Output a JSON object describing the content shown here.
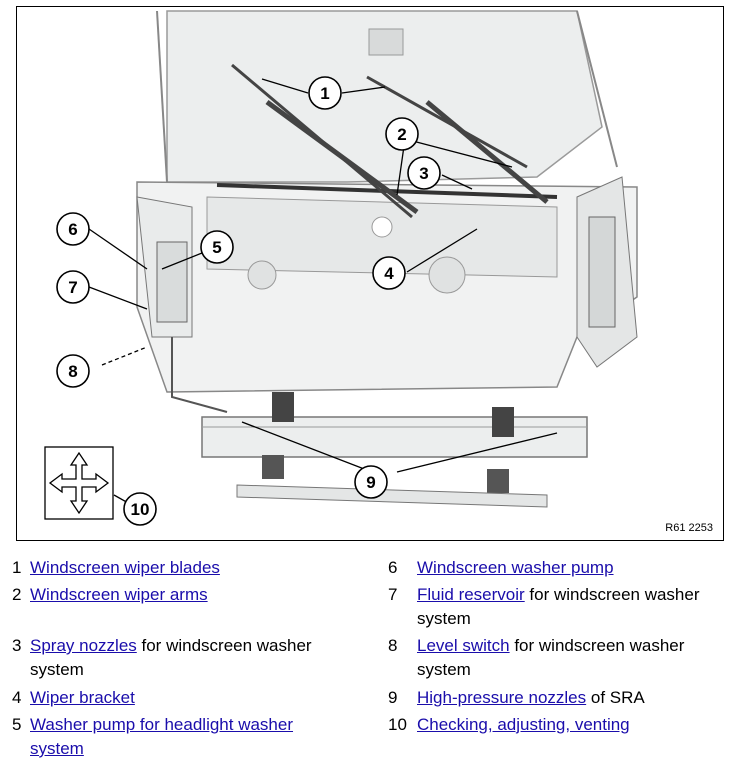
{
  "figure_ref": "R61 2253",
  "callouts": [
    "1",
    "2",
    "3",
    "4",
    "5",
    "6",
    "7",
    "8",
    "9",
    "10"
  ],
  "legend": [
    {
      "num": "1",
      "link": "Windscreen wiper blades",
      "rest": ""
    },
    {
      "num": "2",
      "link": "Windscreen wiper arms",
      "rest": ""
    },
    {
      "num": "3",
      "link": "Spray nozzles",
      "rest": " for windscreen washer system"
    },
    {
      "num": "4",
      "link": "Wiper bracket",
      "rest": ""
    },
    {
      "num": "5",
      "link": "Washer pump for headlight washer system",
      "rest": ""
    },
    {
      "num": "6",
      "link": "Windscreen washer pump",
      "rest": ""
    },
    {
      "num": "7",
      "link": "Fluid reservoir",
      "rest": " for windscreen washer system"
    },
    {
      "num": "8",
      "link": "Level switch",
      "rest": " for windscreen washer system"
    },
    {
      "num": "9",
      "link": "High-pressure nozzles",
      "rest": " of SRA"
    },
    {
      "num": "10",
      "link": "Checking, adjusting, venting",
      "rest": ""
    }
  ]
}
